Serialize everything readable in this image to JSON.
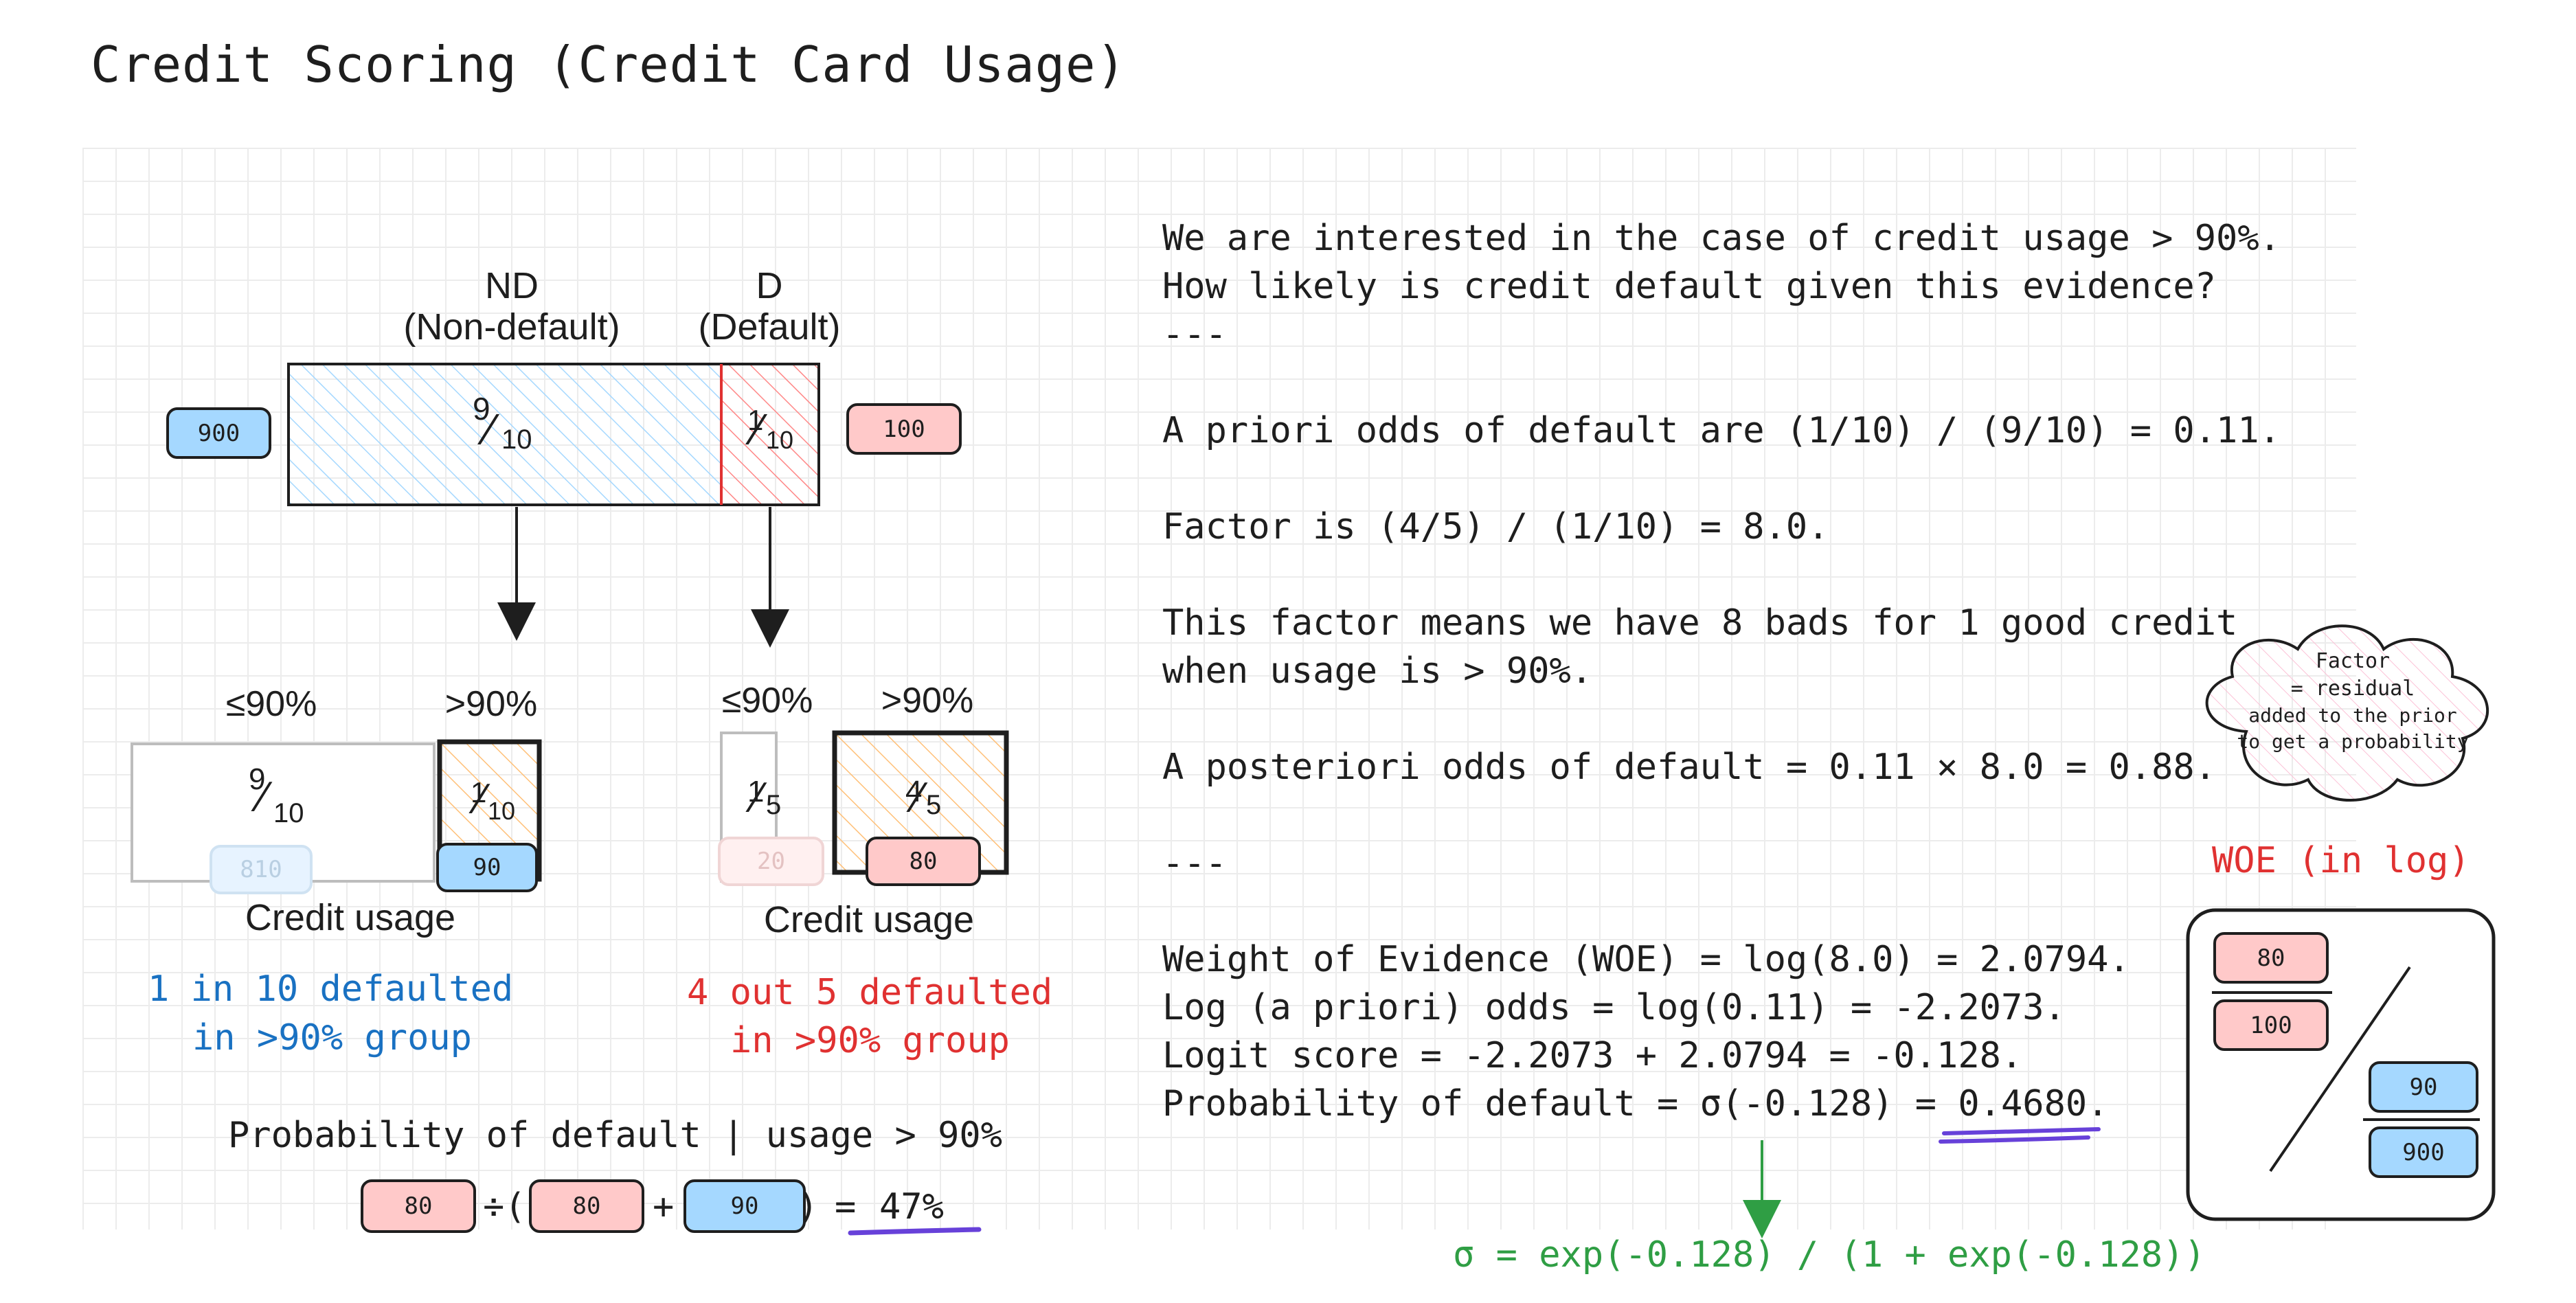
{
  "title": "Credit Scoring (Credit Card Usage)",
  "top_box": {
    "nd_label": "ND",
    "nd_sub": "(Non-default)",
    "d_label": "D",
    "d_sub": "(Default)",
    "nd_frac": {
      "num": "9",
      "den": "10"
    },
    "d_frac": {
      "num": "1",
      "den": "10"
    },
    "nd_count": "900",
    "d_count": "100"
  },
  "left_group": {
    "col1_label": "≤90%",
    "col2_label": ">90%",
    "col1_frac": {
      "num": "9",
      "den": "10"
    },
    "col2_frac": {
      "num": "1",
      "den": "10"
    },
    "col1_count": "810",
    "col2_count": "90",
    "caption": "Credit usage",
    "note_line1": "1 in 10 defaulted",
    "note_line2": "in >90% group"
  },
  "right_group": {
    "col1_label": "≤90%",
    "col2_label": ">90%",
    "col1_frac": {
      "num": "1",
      "den": "5"
    },
    "col2_frac": {
      "num": "4",
      "den": "5"
    },
    "col1_count": "20",
    "col2_count": "80",
    "caption": "Credit usage",
    "note_line1": "4 out 5 defaulted",
    "note_line2": "in >90% group"
  },
  "probability": {
    "label": "Probability of default | usage > 90%",
    "chip_a": "80",
    "div": "÷(",
    "chip_b": "80",
    "plus": "+",
    "chip_c": "90",
    "close": ")",
    "equals": "=",
    "result": "47%"
  },
  "explanation": {
    "lines": [
      "We are interested in the case of credit usage > 90%.",
      "How likely is credit default given this evidence?",
      "---",
      "A priori odds of default are (1/10) / (9/10) = 0.11.",
      "Factor is (4/5) / (1/10) = 8.0.",
      "This factor means we have 8 bads for 1 good credit",
      "when usage is > 90%.",
      "A posteriori odds of default = 0.11 × 8.0 = 0.88.",
      "---",
      "Weight of Evidence (WOE) = log(8.0) = 2.0794.",
      "Log (a priori) odds = log(0.11) = -2.2073.",
      "Logit score = -2.2073 + 2.0794 = -0.128.",
      "Probability of default = σ(-0.128) = 0.4680."
    ],
    "sigma_formula": "σ = exp(-0.128) / (1 + exp(-0.128))"
  },
  "cloud": {
    "line1": "Factor",
    "line2": "= residual",
    "line3": "added to the prior",
    "line4": "to get a probability"
  },
  "woe": {
    "title": "WOE (in log)",
    "top_num": "80",
    "top_den": "100",
    "bottom_num": "90",
    "bottom_den": "900"
  },
  "colors": {
    "blue_fill": "#a5d8ff",
    "red_fill": "#ffc9c9",
    "blue_text": "#1971c2",
    "red_text": "#e03131",
    "green_text": "#2f9e44",
    "underline_purple": "#6741d9"
  }
}
